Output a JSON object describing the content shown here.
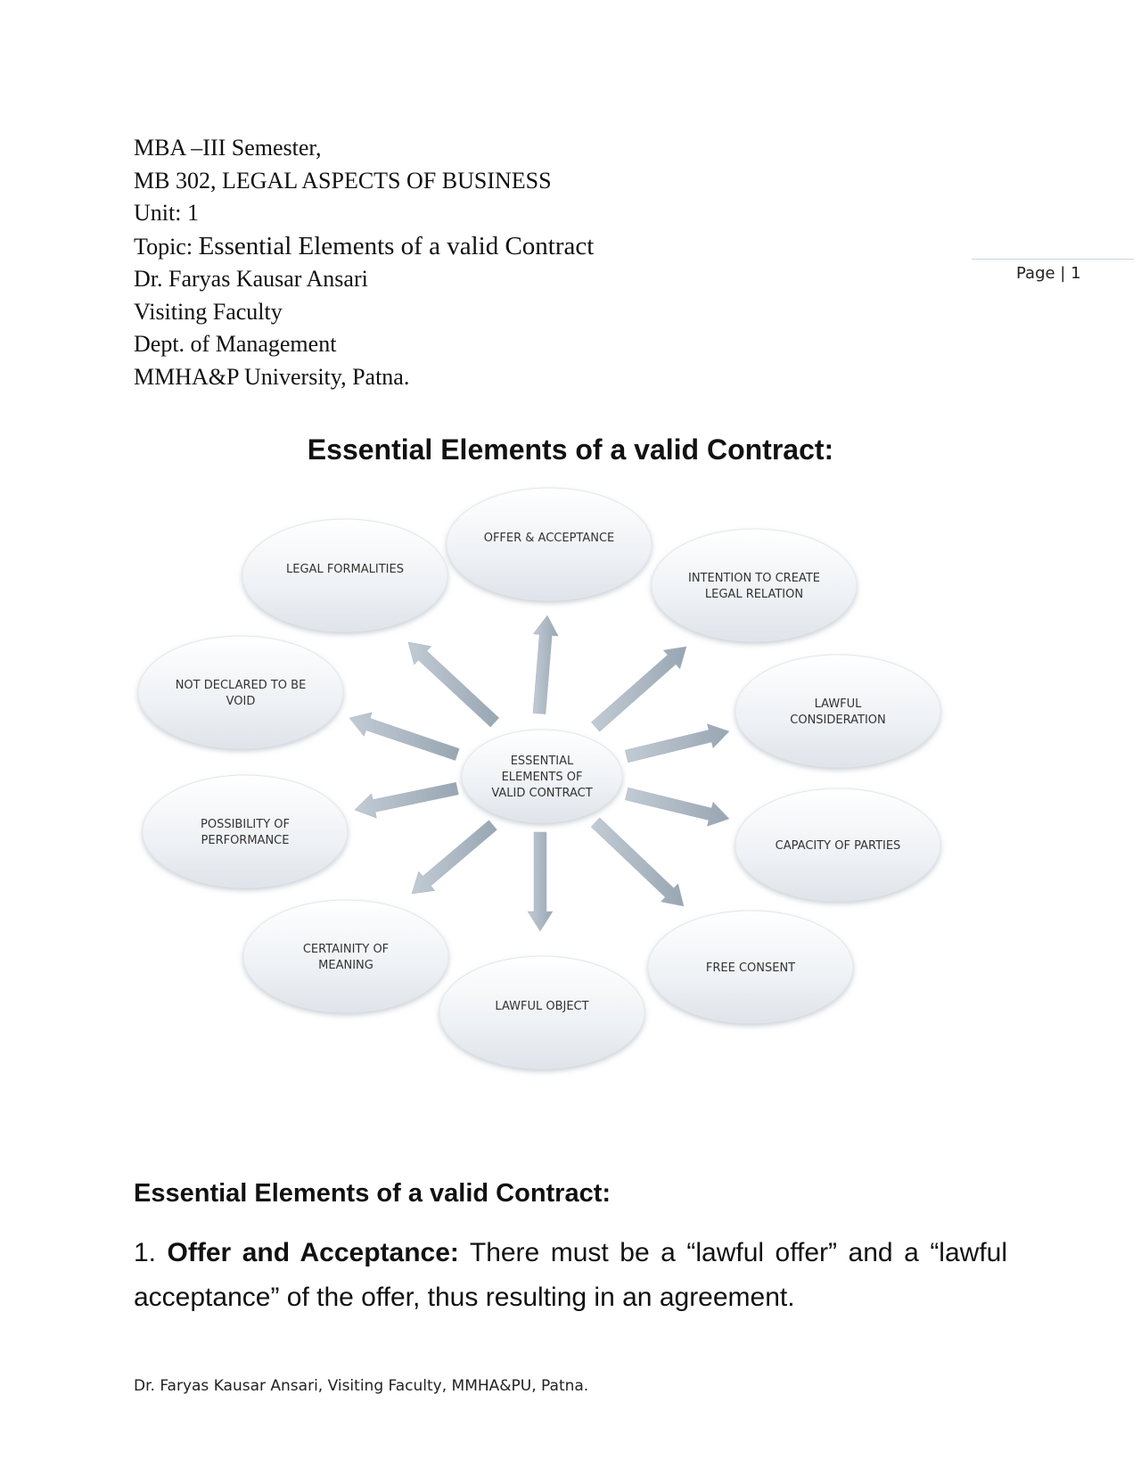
{
  "header": {
    "lines": [
      "MBA –III Semester,",
      "MB 302, LEGAL ASPECTS OF BUSINESS",
      "Unit: 1"
    ],
    "topic_label": "Topic: ",
    "topic_value": "Essential Elements of a valid Contract",
    "author_lines": [
      "Dr. Faryas Kausar Ansari",
      "Visiting Faculty",
      "Dept. of Management",
      "MMHA&P University, Patna."
    ]
  },
  "page_number": "Page | 1",
  "title": "Essential Elements of a valid Contract:",
  "diagram": {
    "center": [
      "ESSENTIAL",
      "ELEMENTS OF",
      "VALID CONTRACT"
    ],
    "nodes": [
      {
        "id": "offer",
        "lines": [
          "OFFER & ACCEPTANCE"
        ]
      },
      {
        "id": "intention",
        "lines": [
          "INTENTION TO CREATE",
          "LEGAL RELATION"
        ]
      },
      {
        "id": "consideration",
        "lines": [
          "LAWFUL",
          "CONSIDERATION"
        ]
      },
      {
        "id": "capacity",
        "lines": [
          "CAPACITY OF PARTIES"
        ]
      },
      {
        "id": "consent",
        "lines": [
          "FREE CONSENT"
        ]
      },
      {
        "id": "object",
        "lines": [
          "LAWFUL OBJECT"
        ]
      },
      {
        "id": "certainty",
        "lines": [
          "CERTAINITY OF",
          "MEANING"
        ]
      },
      {
        "id": "possibility",
        "lines": [
          "POSSIBILITY OF",
          "PERFORMANCE"
        ]
      },
      {
        "id": "void",
        "lines": [
          "NOT DECLARED TO BE",
          "VOID"
        ]
      },
      {
        "id": "formalities",
        "lines": [
          "LEGAL FORMALITIES"
        ]
      }
    ]
  },
  "subheading": "Essential Elements of a valid Contract:",
  "point1": {
    "number": "1. ",
    "term": "Offer and Acceptance:",
    "text": " There must be a “lawful offer” and a “lawful acceptance” of the offer, thus resulting in an agreement."
  },
  "footer": "Dr. Faryas Kausar Ansari, Visiting Faculty, MMHA&PU, Patna."
}
